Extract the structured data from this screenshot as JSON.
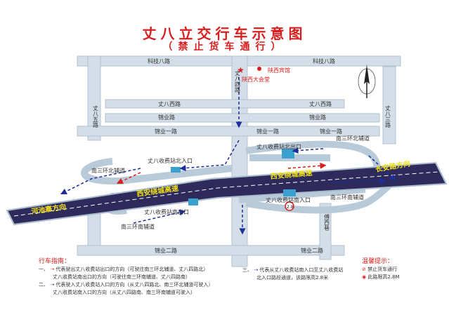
{
  "title": "丈八立交行车示意图",
  "subtitle": "（禁止货车通行）",
  "landmarks": {
    "hotel": "陕西宾馆",
    "hall": "陕西大会堂"
  },
  "roads": {
    "keji8_left": "科技八路",
    "keji8_right": "科技八路",
    "zhangba4": "丈八四路",
    "zhangba_west": "丈八西路",
    "jinye": "锦业路",
    "jinye1_left": "锦业一路",
    "jinye1_mid": "锦业一路",
    "jinye1_right": "锦业一路",
    "zhangba5": "丈八五路",
    "zhangba3": "丈八三路",
    "north_aux": "南三环北辅道",
    "north_aux_right": "南三环北辅道",
    "south_aux_left": "南三环南辅道",
    "south_aux_right": "南三环南辅道",
    "xian_highway_1": "西安绕城高速",
    "xian_highway_2": "西安绕城高速",
    "changan_dir": "长安路方向",
    "hechi_dir": "河池寨方向",
    "toll_north_ent": "丈八收费站北入口",
    "toll_north_exit": "丈八收费站北出口",
    "toll_south_ent": "丈八收费站南入口",
    "toll_south_exit": "丈八收费站南出口",
    "fengxi": "傅西巷",
    "jinye2_left": "锦业二路",
    "jinye2_right": "锦业二路",
    "height_limit": "2.8"
  },
  "legend": {
    "heading": "行车指南：",
    "item1_num": "一、",
    "item1_a": "代表驶出丈八收费站出口的方向（可驶往南三环北辅道、丈八四路北）",
    "item1_b": "丈八收费站南出口的方向（可驶往南三环南辅道、丈八四路南）",
    "item2_num": "二、",
    "item2_a": "代表驶入丈八收费站入口的方向（从丈八四路北、南三环北辅道可驶入）",
    "item2_b": "丈八收费站南入口的方向（从丈八四路南、南三环南辅道可驶入）",
    "item3_num": "三、",
    "item3_a": "代表从丈八收费站南入口至丈八收费站",
    "item3_b": "北入口路段通道，该路限高2.8米",
    "warn_head": "温馨提示：",
    "warn1": "禁止货车通行",
    "warn2": "此路限高2.8M"
  },
  "colors": {
    "road": "#cfdce7",
    "road_edge": "#a9bccd",
    "highway": "#2e2b5c",
    "highway_label": "#f2e11a",
    "title": "#d81e1e",
    "arrow_blue": "#1d2d9a",
    "arrow_red": "#d81e1e"
  }
}
